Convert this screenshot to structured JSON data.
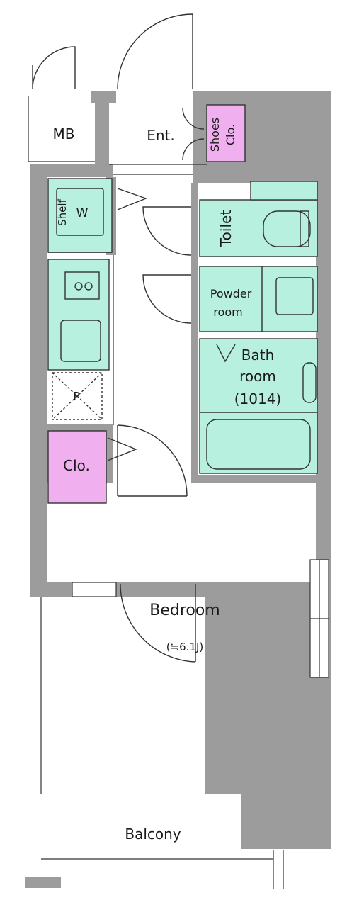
{
  "rooms": {
    "mb": "MB",
    "entrance": "Ent.",
    "shoes_line1": "Shoes",
    "shoes_line2": "Clo.",
    "shelf": "Shelf",
    "washer": "W",
    "toilet": "Toilet",
    "powder_line1": "Powder",
    "powder_line2": "room",
    "bath_line1": "Bath",
    "bath_line2": "room",
    "bath_line3": "(1014)",
    "pantry": "P",
    "closet": "Clo.",
    "bedroom": "Bedroom",
    "bedroom_size": "(≒6.1J)",
    "balcony": "Balcony"
  },
  "colors": {
    "wall": "#9c9c9c",
    "wet_area": "#b8f0e0",
    "closet": "#f0b0f0",
    "outline": "#333333",
    "floor": "#ffffff"
  }
}
